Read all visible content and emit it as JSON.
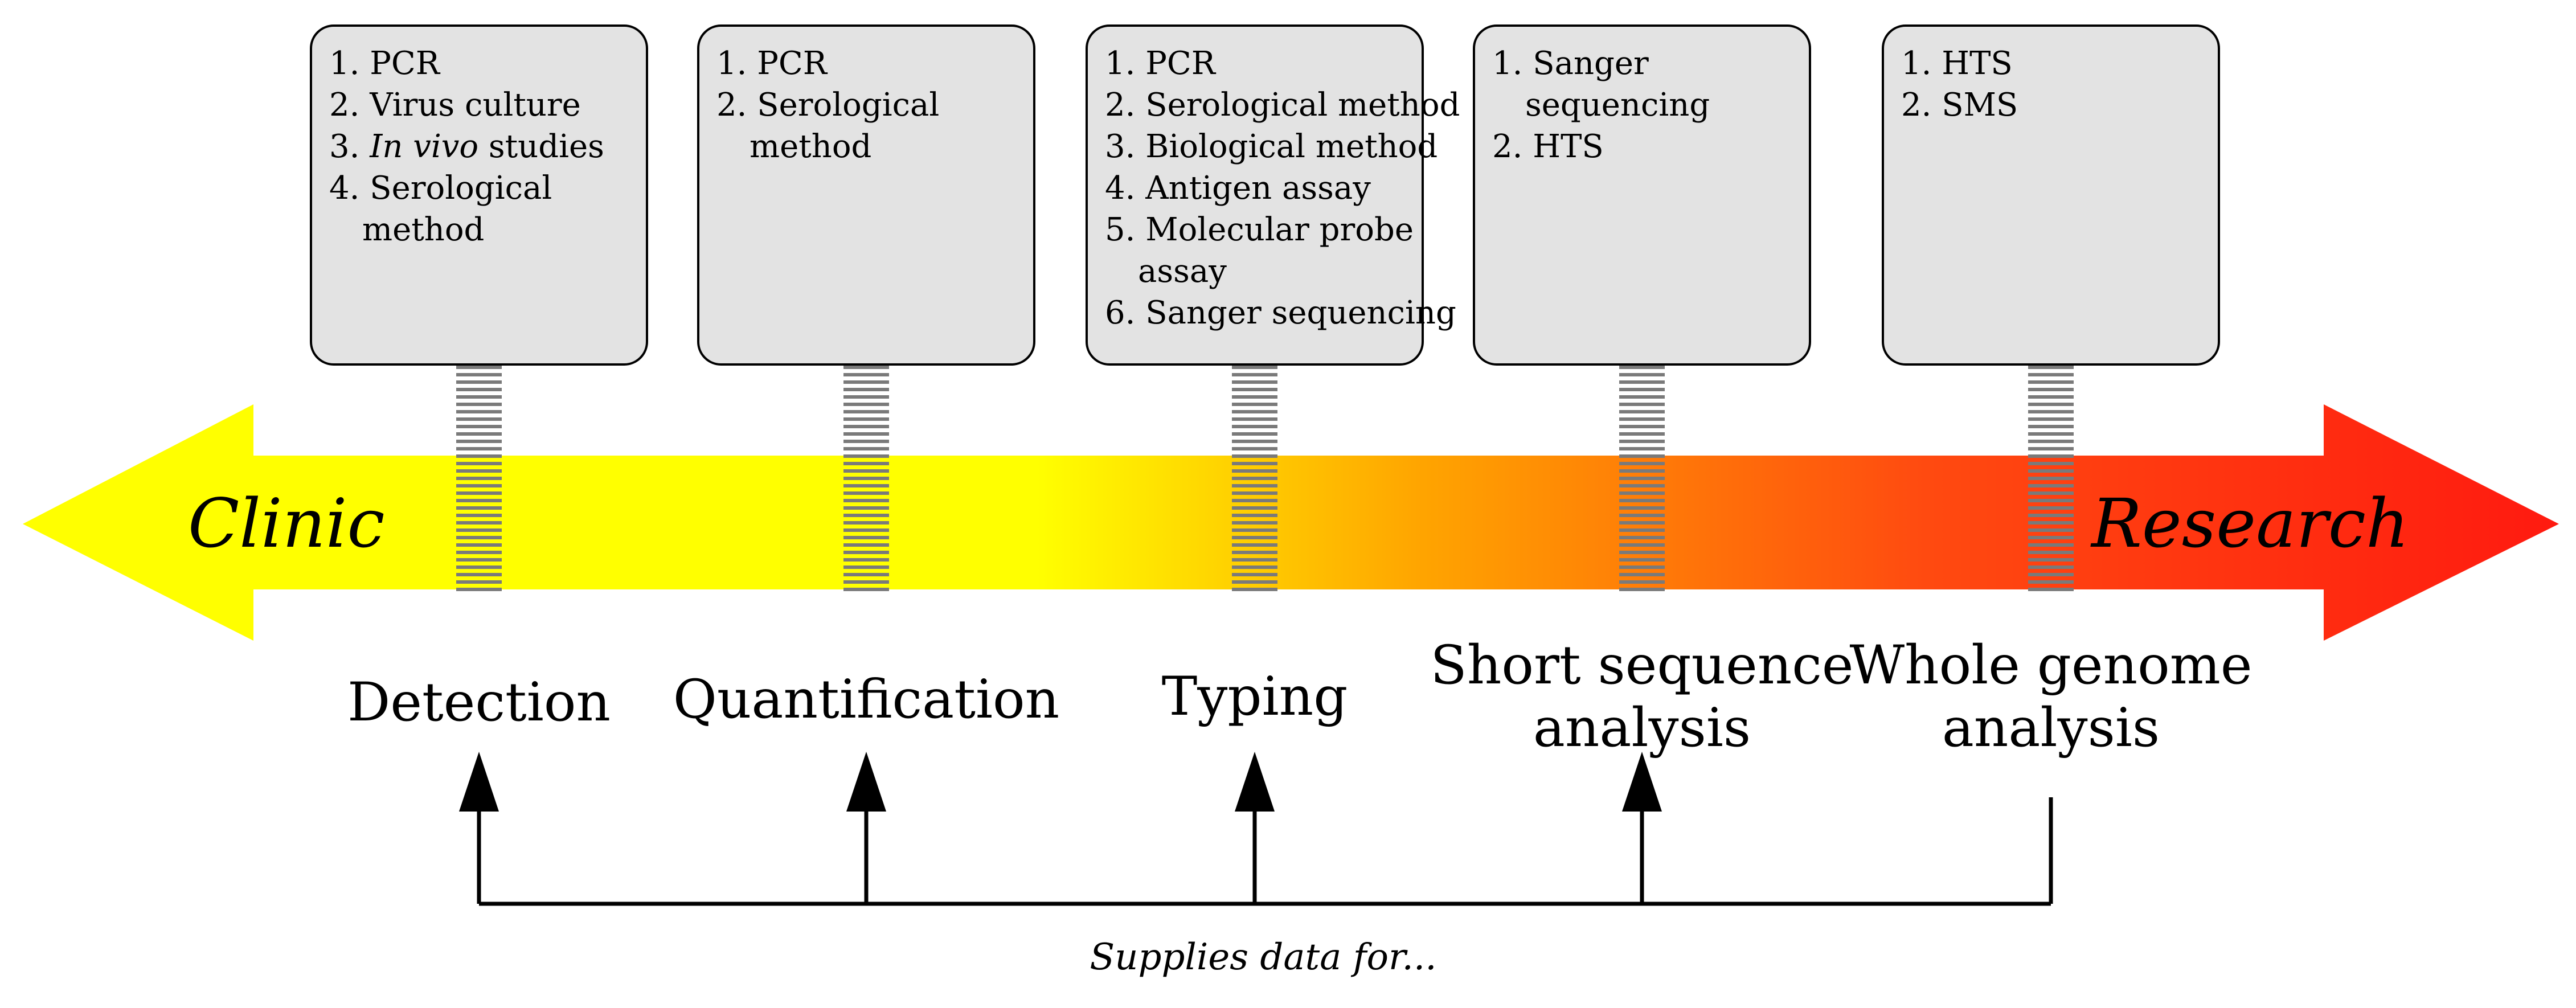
{
  "arrow": {
    "left_label": "Clinic",
    "right_label": "Research",
    "gradient_colors": [
      "#ffff00",
      "#ffff00",
      "#ffa500",
      "#ff4a10",
      "#ff1a10"
    ]
  },
  "boxes": [
    {
      "lines": [
        [
          "1. PCR"
        ],
        [
          "2. Virus culture"
        ],
        [
          "3. ",
          "In vivo",
          " studies"
        ],
        [
          "4. Serological"
        ],
        [
          "method"
        ]
      ]
    },
    {
      "lines": [
        [
          "1. PCR"
        ],
        [
          "2. Serological"
        ],
        [
          "method"
        ]
      ]
    },
    {
      "lines": [
        [
          "1. PCR"
        ],
        [
          "2. Serological method"
        ],
        [
          "3. Biological method"
        ],
        [
          "4. Antigen assay"
        ],
        [
          "5. Molecular probe"
        ],
        [
          "assay"
        ],
        [
          "6. Sanger sequencing"
        ]
      ]
    },
    {
      "lines": [
        [
          "1. Sanger"
        ],
        [
          "sequencing"
        ],
        [
          "2. HTS"
        ]
      ]
    },
    {
      "lines": [
        [
          "1. HTS"
        ],
        [
          "2. SMS"
        ]
      ]
    }
  ],
  "stages": [
    {
      "lines": [
        "Detection"
      ]
    },
    {
      "lines": [
        "Quantification"
      ]
    },
    {
      "lines": [
        "Typing"
      ]
    },
    {
      "lines": [
        "Short sequence",
        "analysis"
      ]
    },
    {
      "lines": [
        "Whole genome",
        "analysis"
      ]
    }
  ],
  "caption": "Supplies data for...",
  "colors": {
    "box_fill": "#e3e3e3",
    "box_stroke": "#000000",
    "connector": "#7a7a7a"
  }
}
